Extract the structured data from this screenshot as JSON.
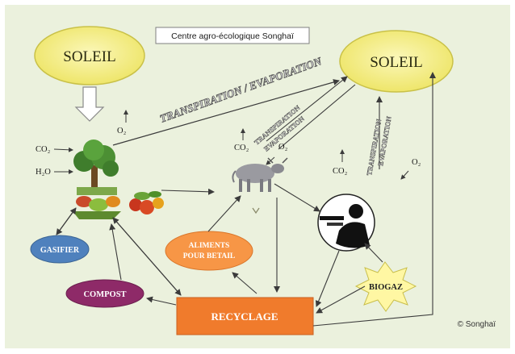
{
  "title": "Centre agro-écologique Songhaï",
  "copyright": "© Songhaï",
  "colors": {
    "background": "#ebf1dd",
    "sun": "#f2ec86",
    "sun_stroke": "#cfc94a",
    "gasifier": "#4f81bd",
    "compost": "#8e2a68",
    "aliments": "#f79646",
    "recyclage": "#f07b2c",
    "biogaz": "#fff7a3",
    "arrow": "#3b3b3b"
  },
  "nodes": {
    "sun_left": "SOLEIL",
    "sun_right": "SOLEIL",
    "gasifier": "GASIFIER",
    "compost": "COMPOST",
    "aliments_line1": "ALIMENTS",
    "aliments_line2": "POUR BETAIL",
    "recyclage": "RECYCLAGE",
    "biogaz": "BIOGAZ"
  },
  "flow_labels": {
    "transpiration_main": "TRANSPIRATION / EVAPORATION",
    "transpiration_mid_1": "TRANSPIRATION",
    "transpiration_mid_2": "EVAPORATION",
    "transpiration_right_1": "TRANSPIRATION",
    "transpiration_right_2": "EVAPORATION"
  },
  "gases": {
    "co2": "CO₂",
    "h2o": "H₂O",
    "o2": "O₂"
  },
  "icons": [
    "tree-plants-icon",
    "vegetables-icon",
    "cow-icon",
    "person-icon",
    "sun-icon"
  ]
}
